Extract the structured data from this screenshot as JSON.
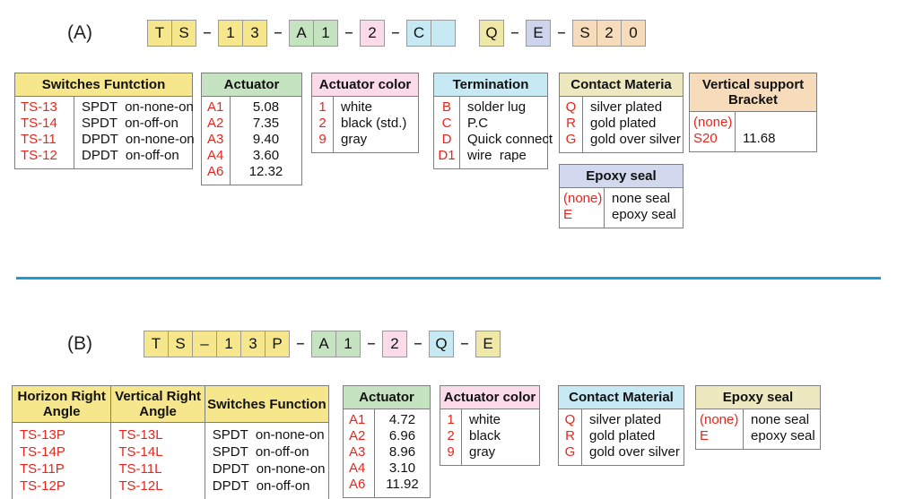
{
  "dash_char": "–",
  "divider_color": "#1b9cd8",
  "colors": {
    "yellow": "#f6e78c",
    "green": "#c6e3c1",
    "pink": "#fbdbe8",
    "blue": "#c6e9f3",
    "cream_box": "#efe8a6",
    "cream_header": "#ede8c0",
    "lavender_box": "#cdd4ec",
    "lavender_header": "#d2d8ed",
    "peach": "#f7dcbb",
    "code_red": "#e8251c"
  },
  "sections": {
    "a": {
      "label": "(A)",
      "code": [
        {
          "boxes": [
            "T",
            "S"
          ],
          "color": "#f6e78c"
        },
        {
          "dash": true
        },
        {
          "boxes": [
            "1",
            "3"
          ],
          "color": "#f6e78c"
        },
        {
          "dash": true
        },
        {
          "boxes": [
            "A",
            "1"
          ],
          "color": "#c6e3c1"
        },
        {
          "dash": true
        },
        {
          "boxes": [
            "2"
          ],
          "color": "#fbdbe8"
        },
        {
          "dash": true
        },
        {
          "boxes": [
            "C",
            ""
          ],
          "color": "#c6e9f3"
        },
        {
          "gap": true
        },
        {
          "boxes": [
            "Q"
          ],
          "color": "#efe8a6"
        },
        {
          "dash": true
        },
        {
          "boxes": [
            "E"
          ],
          "color": "#cdd4ec"
        },
        {
          "dash": true
        },
        {
          "boxes": [
            "S",
            "2",
            "0"
          ],
          "color": "#f7dcbb"
        }
      ],
      "tables": {
        "switches": {
          "title": "Switches Funtction",
          "codes": [
            "TS-13",
            "TS-14",
            "TS-11",
            "TS-12"
          ],
          "descs": [
            "SPDT  on-none-on",
            "SPDT  on-off-on",
            "DPDT  on-none-on",
            "DPDT  on-off-on"
          ]
        },
        "actuator": {
          "title": "Actuator",
          "codes": [
            "A1",
            "A2",
            "A3",
            "A4",
            "A6"
          ],
          "descs": [
            "5.08",
            "7.35",
            "9.40",
            "3.60",
            "12.32"
          ]
        },
        "actuator_color": {
          "title": "Actuator color",
          "codes": [
            "1",
            "2",
            "9"
          ],
          "descs": [
            "white",
            "black (std.)",
            "gray"
          ]
        },
        "termination": {
          "title": "Termination",
          "codes": [
            "B",
            "C",
            "D",
            "D1"
          ],
          "descs": [
            "solder lug",
            "P.C",
            "Quick connect",
            "wire  rape"
          ]
        },
        "contact": {
          "title": "Contact Materia",
          "codes": [
            "Q",
            "R",
            "G"
          ],
          "descs": [
            "silver plated",
            "gold plated",
            "gold over silver"
          ]
        },
        "bracket": {
          "title": "Vertical support Bracket",
          "codes": [
            "(none)",
            "S20"
          ],
          "descs": [
            "",
            "11.68"
          ]
        },
        "epoxy": {
          "title": "Epoxy seal",
          "codes": [
            "(none)",
            "E"
          ],
          "descs": [
            "none seal",
            "epoxy seal"
          ]
        }
      }
    },
    "b": {
      "label": "(B)",
      "code": [
        {
          "boxes": [
            "T",
            "S",
            "–",
            "1",
            "3",
            "P"
          ],
          "color": "#f6e78c"
        },
        {
          "dash": true
        },
        {
          "boxes": [
            "A",
            "1"
          ],
          "color": "#c6e3c1"
        },
        {
          "dash": true
        },
        {
          "boxes": [
            "2"
          ],
          "color": "#fbdbe8"
        },
        {
          "dash": true
        },
        {
          "boxes": [
            "Q"
          ],
          "color": "#c6e9f3"
        },
        {
          "dash": true
        },
        {
          "boxes": [
            "E"
          ],
          "color": "#efe8a6"
        }
      ],
      "tables": {
        "angles": {
          "headers": [
            "Horizon Right Angle",
            "Vertical Right Angle",
            "Switches Function"
          ],
          "col1": [
            "TS-13P",
            "TS-14P",
            "TS-11P",
            "TS-12P"
          ],
          "col2": [
            "TS-13L",
            "TS-14L",
            "TS-11L",
            "TS-12L"
          ],
          "col3": [
            "SPDT  on-none-on",
            "SPDT  on-off-on",
            "DPDT  on-none-on",
            "DPDT  on-off-on"
          ]
        },
        "actuator": {
          "title": "Actuator",
          "codes": [
            "A1",
            "A2",
            "A3",
            "A4",
            "A6"
          ],
          "descs": [
            "4.72",
            "6.96",
            "8.96",
            "3.10",
            "11.92"
          ]
        },
        "actuator_color": {
          "title": "Actuator color",
          "codes": [
            "1",
            "2",
            "9"
          ],
          "descs": [
            "white",
            "black",
            "gray"
          ]
        },
        "contact": {
          "title": "Contact Material",
          "codes": [
            "Q",
            "R",
            "G"
          ],
          "descs": [
            "silver plated",
            "gold plated",
            "gold over silver"
          ]
        },
        "epoxy": {
          "title": "Epoxy seal",
          "codes": [
            "(none)",
            "E"
          ],
          "descs": [
            "none seal",
            "epoxy seal"
          ]
        }
      }
    }
  }
}
